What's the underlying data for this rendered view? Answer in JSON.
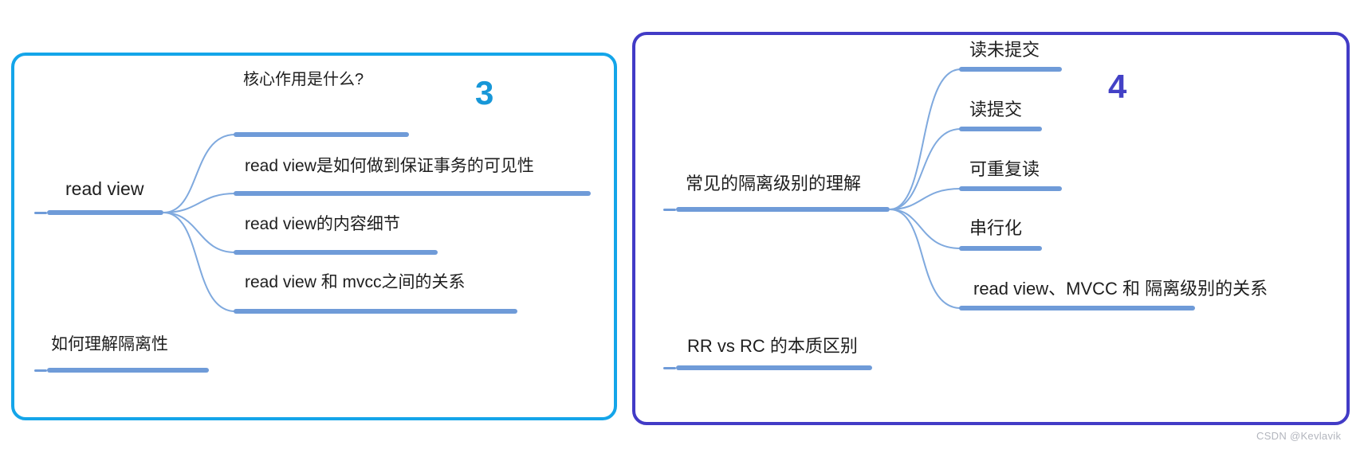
{
  "colors": {
    "panel3_border": "#14A5E9",
    "panel4_border": "#423BC6",
    "panel3_number": "#1797D8",
    "panel4_number": "#4341C6",
    "bar": "#6F9BD8",
    "curve": "#7FA9DE",
    "text": "#1E1E1E",
    "watermark": "#B3B6BE",
    "background": "#FFFFFF"
  },
  "panel3": {
    "number": "3",
    "root": {
      "label": "read view"
    },
    "branches": [
      {
        "label": "核心作用是什么?"
      },
      {
        "label": "read view是如何做到保证事务的可见性"
      },
      {
        "label": "read view的内容细节"
      },
      {
        "label": "read view 和 mvcc之间的关系"
      }
    ],
    "floating": {
      "label": "如何理解隔离性"
    }
  },
  "panel4": {
    "number": "4",
    "root": {
      "label": "常见的隔离级别的理解"
    },
    "branches": [
      {
        "label": "读未提交"
      },
      {
        "label": "读提交"
      },
      {
        "label": "可重复读"
      },
      {
        "label": "串行化"
      },
      {
        "label": "read view、MVCC 和 隔离级别的关系"
      }
    ],
    "floating": {
      "label": "RR vs RC 的本质区别"
    }
  },
  "watermark": {
    "text": "CSDN @Kevlavik"
  }
}
